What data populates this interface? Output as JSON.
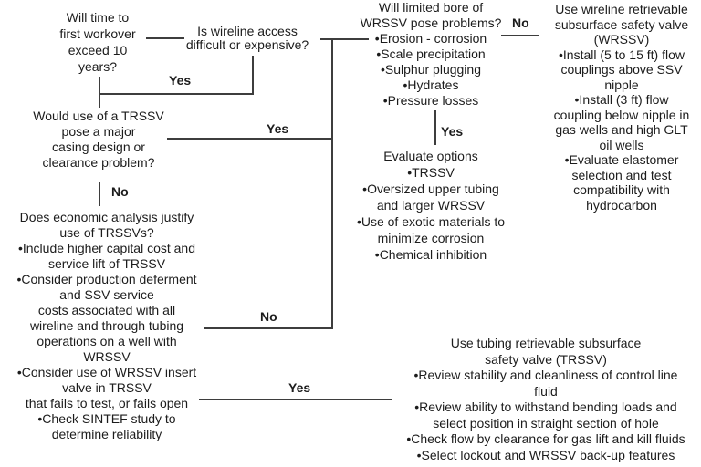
{
  "diagram": {
    "type": "flowchart",
    "nodes": {
      "q_time_to_workover": {
        "lines": [
          "Will time to",
          "first workover",
          "exceed 10",
          "years?"
        ]
      },
      "q_wireline_access": {
        "lines": [
          "Is wireline access",
          "difficult or expensive?"
        ]
      },
      "q_trssv_casing": {
        "lines": [
          "Would use of a TRSSV",
          "pose a major",
          "casing design or",
          "clearance problem?"
        ]
      },
      "q_economic_analysis": {
        "lines": [
          "Does economic analysis justify",
          "use of TRSSVs?",
          "•Include higher capital cost and",
          "service lift of TRSSV",
          "•Consider production deferment",
          "and SSV service",
          "costs associated with all",
          "wireline and through tubing",
          "operations on a well with",
          "WRSSV",
          "•Consider use of WRSSV insert",
          "valve in TRSSV",
          "that fails to test, or fails open",
          "•Check SINTEF study to",
          "determine reliability"
        ]
      },
      "q_wrssv_bore": {
        "lines": [
          "Will limited bore of",
          "WRSSV pose problems?",
          "•Erosion - corrosion",
          "•Scale precipitation",
          "•Sulphur plugging",
          "•Hydrates",
          "•Pressure losses"
        ]
      },
      "evaluate_options": {
        "lines": [
          "Evaluate options",
          "•TRSSV",
          "•Oversized upper tubing",
          "and larger WRSSV",
          "•Use of exotic materials to",
          "minimize corrosion",
          "•Chemical inhibition"
        ]
      },
      "use_wrssv": {
        "lines": [
          "Use wireline retrievable",
          "subsurface safety valve",
          "(WRSSV)",
          "•Install (5 to 15 ft) flow",
          "couplings above SSV",
          "nipple",
          "•Install (3 ft) flow",
          "coupling below nipple in",
          "gas wells and high GLT",
          "oil wells",
          "•Evaluate elastomer",
          "selection and test",
          "compatibility with",
          "hydrocarbon"
        ]
      },
      "use_trssv": {
        "lines": [
          "Use tubing retrievable subsurface",
          "safety valve (TRSSV)",
          "•Review stability and cleanliness of control line",
          "fluid",
          "•Review ability to withstand bending loads and",
          "select position in straight section of hole",
          "•Check flow by clearance for gas lift and kill fluids",
          "•Select lockout and WRSSV back-up features"
        ]
      }
    },
    "labels": {
      "yes_wireline": "Yes",
      "yes_casing": "Yes",
      "no_casing": "No",
      "no_bore": "No",
      "yes_bore": "Yes",
      "no_economic": "No",
      "yes_economic": "Yes"
    },
    "colors": {
      "text": "#1c1c1c",
      "line": "#3d3d3d",
      "background": "#ffffff"
    }
  }
}
